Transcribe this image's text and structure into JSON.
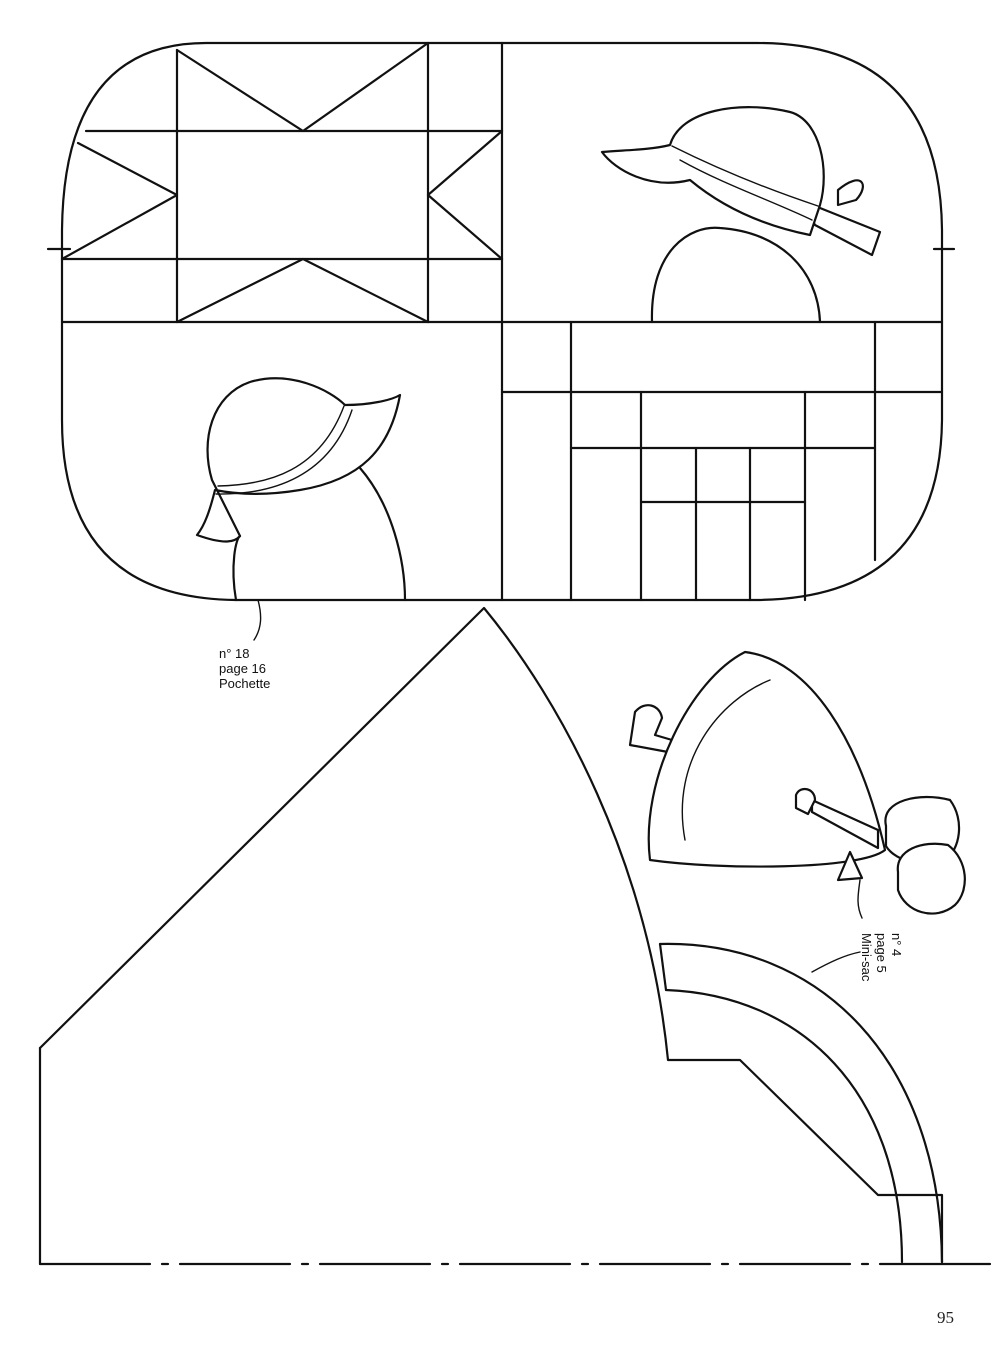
{
  "patterns": [
    {
      "name": "pochette",
      "lines": [
        "n° 18",
        "page 16",
        "Pochette"
      ]
    },
    {
      "name": "mini-sac",
      "lines": [
        "n° 4",
        "page 5",
        "Mini-sac"
      ]
    }
  ],
  "page_number": "95",
  "colors": {
    "ink": "#111111",
    "paper": "#ffffff"
  }
}
